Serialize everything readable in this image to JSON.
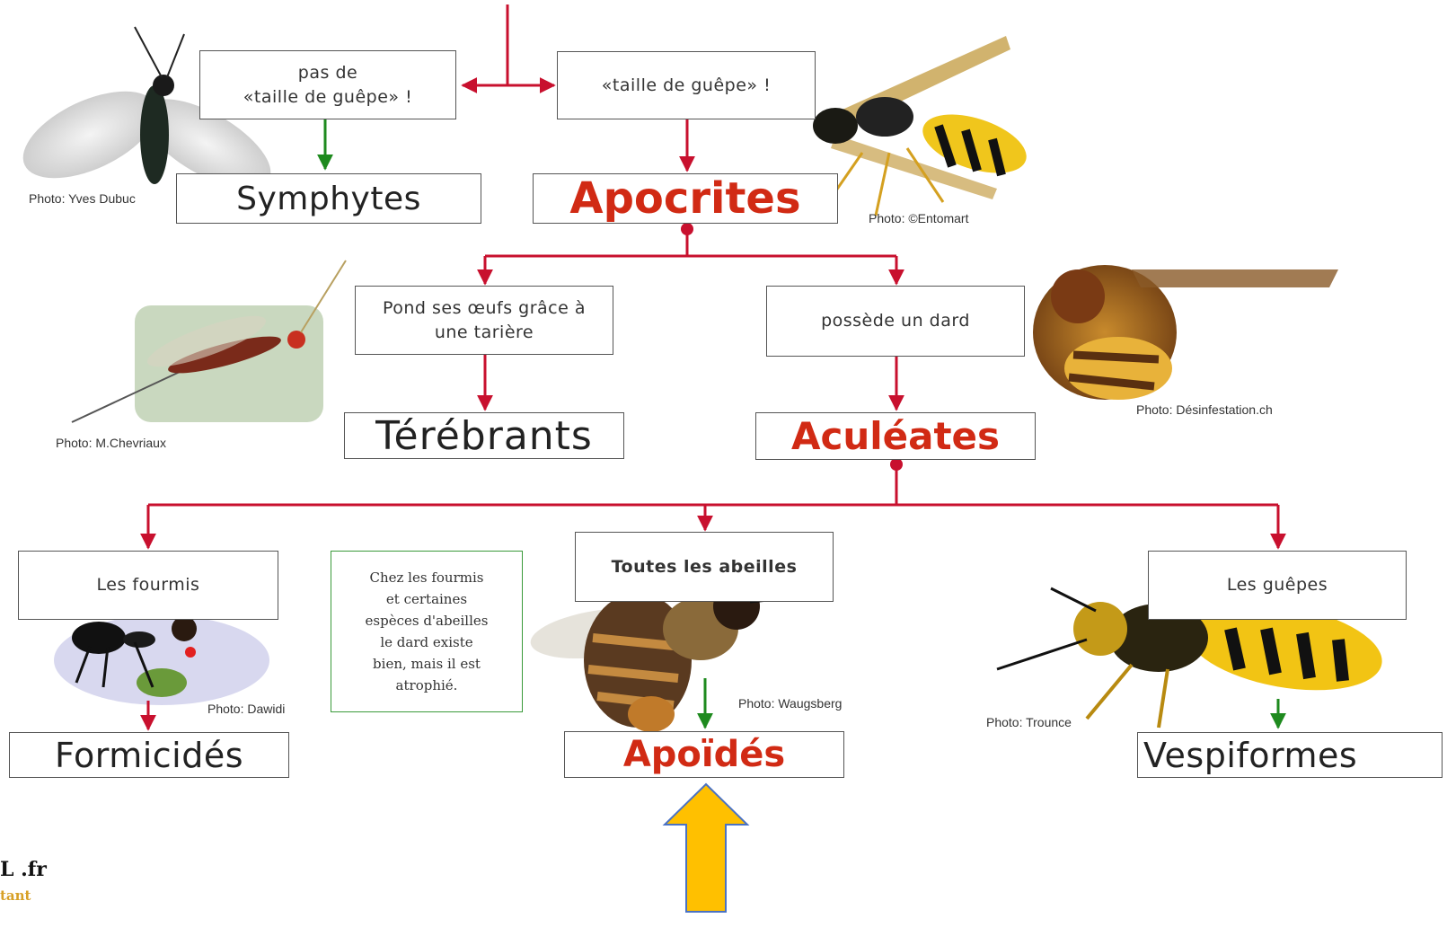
{
  "criteria": {
    "no_waist": "pas de\n«taille de guêpe» !",
    "waist": "«taille de guêpe» !",
    "ovipositor": "Pond ses œufs grâce à\nune tarière",
    "sting": "possède un dard",
    "ants": "Les fourmis",
    "bees": "Toutes les abeilles",
    "wasps": "Les guêpes"
  },
  "taxa": {
    "symphytes": "Symphytes",
    "apocrites": "Apocrites",
    "terebrants": "Térébrants",
    "aculeates": "Aculéates",
    "formicides": "Formicidés",
    "apoides": "Apoïdés",
    "vespiformes": "Vespiformes"
  },
  "note": "Chez les fourmis\net certaines\nespèces d'abeilles\nle dard existe\nbien, mais il est\natrophié.",
  "credits": {
    "sawfly": "Photo: Yves Dubuc",
    "wasp": "Photo: ©Entomart",
    "hornet": "Photo: Désinfestation.ch",
    "ichneumon": "Photo: M.Chevriaux",
    "ant": "Photo: Dawidi",
    "bee": "Photo: Waugsberg",
    "yellowjacket": "Photo: Trounce"
  },
  "logo": {
    "line1": "L .fr",
    "line2": "tant"
  },
  "colors": {
    "connector_red": "#c8102e",
    "connector_green": "#1e8a1e",
    "taxon_red": "#d12a14",
    "highlight_arrow": "#ffc000",
    "highlight_arrow_border": "#4a72c4"
  }
}
